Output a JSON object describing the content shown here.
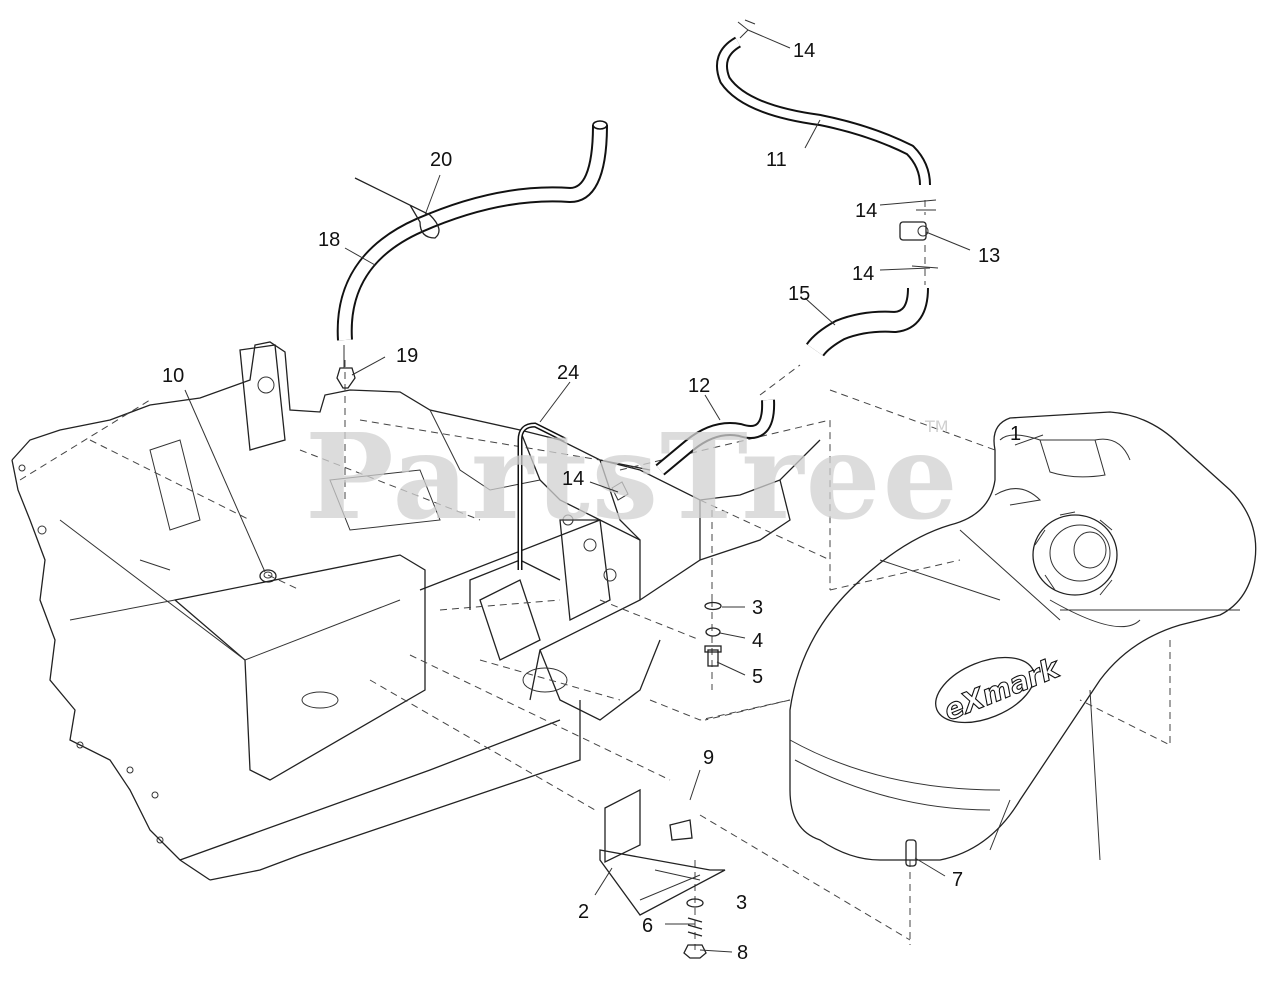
{
  "watermark": {
    "text": "PartsTree",
    "trademark": "TM"
  },
  "tank_brand": "eXmark",
  "callouts": [
    {
      "id": "c1",
      "label": "1"
    },
    {
      "id": "c2",
      "label": "2"
    },
    {
      "id": "c3a",
      "label": "3"
    },
    {
      "id": "c3b",
      "label": "3"
    },
    {
      "id": "c4",
      "label": "4"
    },
    {
      "id": "c5",
      "label": "5"
    },
    {
      "id": "c6",
      "label": "6"
    },
    {
      "id": "c7",
      "label": "7"
    },
    {
      "id": "c8",
      "label": "8"
    },
    {
      "id": "c9",
      "label": "9"
    },
    {
      "id": "c10",
      "label": "10"
    },
    {
      "id": "c11",
      "label": "11"
    },
    {
      "id": "c12",
      "label": "12"
    },
    {
      "id": "c13",
      "label": "13"
    },
    {
      "id": "c14a",
      "label": "14"
    },
    {
      "id": "c14b",
      "label": "14"
    },
    {
      "id": "c14c",
      "label": "14"
    },
    {
      "id": "c14d",
      "label": "14"
    },
    {
      "id": "c15",
      "label": "15"
    },
    {
      "id": "c18",
      "label": "18"
    },
    {
      "id": "c19",
      "label": "19"
    },
    {
      "id": "c20",
      "label": "20"
    },
    {
      "id": "c24",
      "label": "24"
    }
  ]
}
